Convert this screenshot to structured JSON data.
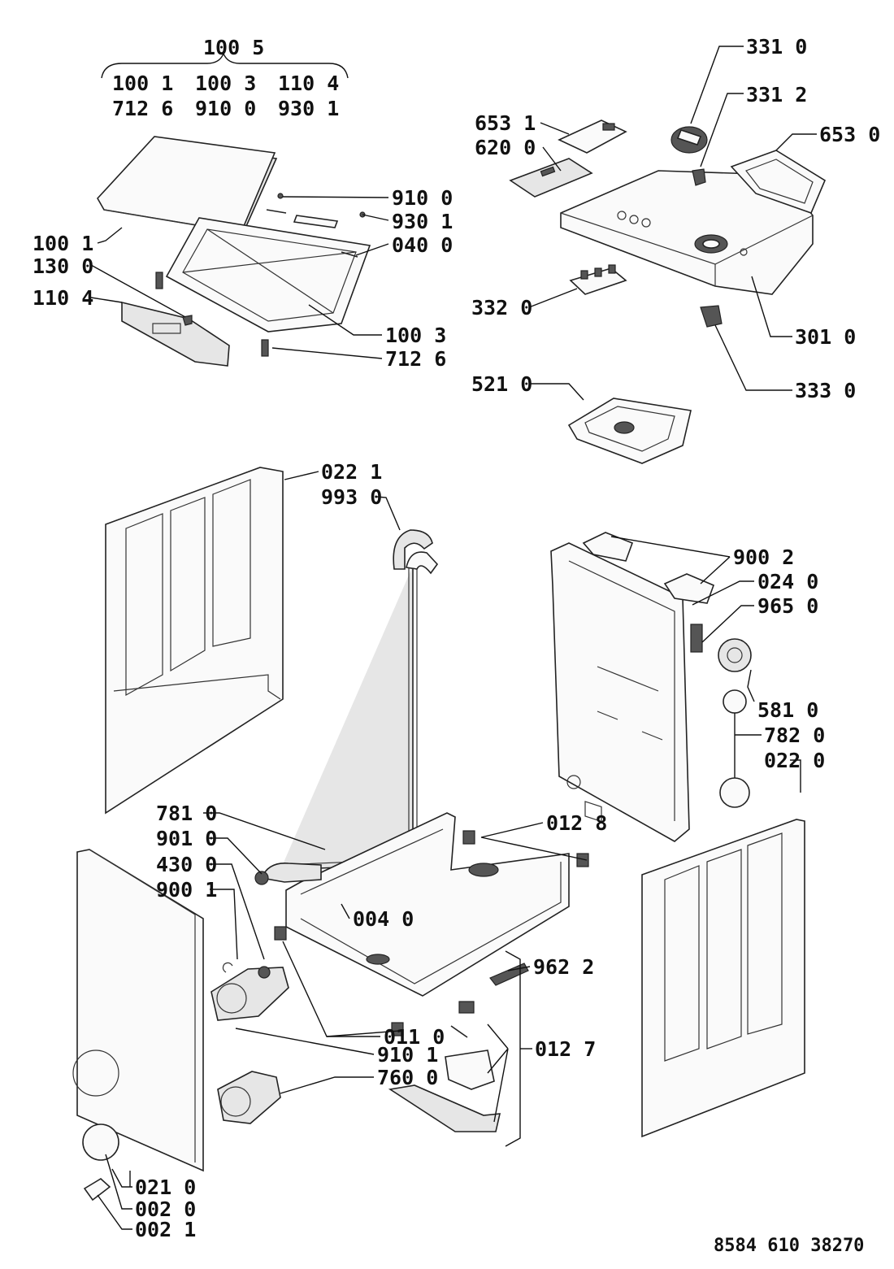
{
  "diagram": {
    "group_top": {
      "header": "100 5",
      "row1": [
        "100 1",
        "100 3",
        "110 4"
      ],
      "row2": [
        "712 6",
        "910 0",
        "930 1"
      ]
    },
    "labels": {
      "p9100a": "910 0",
      "p9301": "930 1",
      "p0400": "040 0",
      "p1001": "100 1",
      "p1300": "130 0",
      "p1104": "110 4",
      "p1003": "100 3",
      "p7126": "712 6",
      "p3310": "331 0",
      "p3312": "331 2",
      "p6531": "653 1",
      "p6200": "620 0",
      "p6530": "653 0",
      "p3320": "332 0",
      "p3010": "301 0",
      "p3330": "333 0",
      "p5210": "521 0",
      "p0221": "022 1",
      "p9930": "993 0",
      "p9002": "900 2",
      "p0240": "024 0",
      "p9650": "965 0",
      "p5810": "581 0",
      "p7820": "782 0",
      "p0220": "022 0",
      "p7810": "781 0",
      "p9010": "901 0",
      "p4300": "430 0",
      "p9001": "900 1",
      "p0128": "012 8",
      "p0040": "004 0",
      "p9622": "962 2",
      "p0110": "011 0",
      "p9101": "910 1",
      "p7600": "760 0",
      "p0127": "012 7",
      "p0210": "021 0",
      "p0200": "002 0",
      "p0021": "002 1"
    },
    "document_number": "8584 610 38270"
  }
}
